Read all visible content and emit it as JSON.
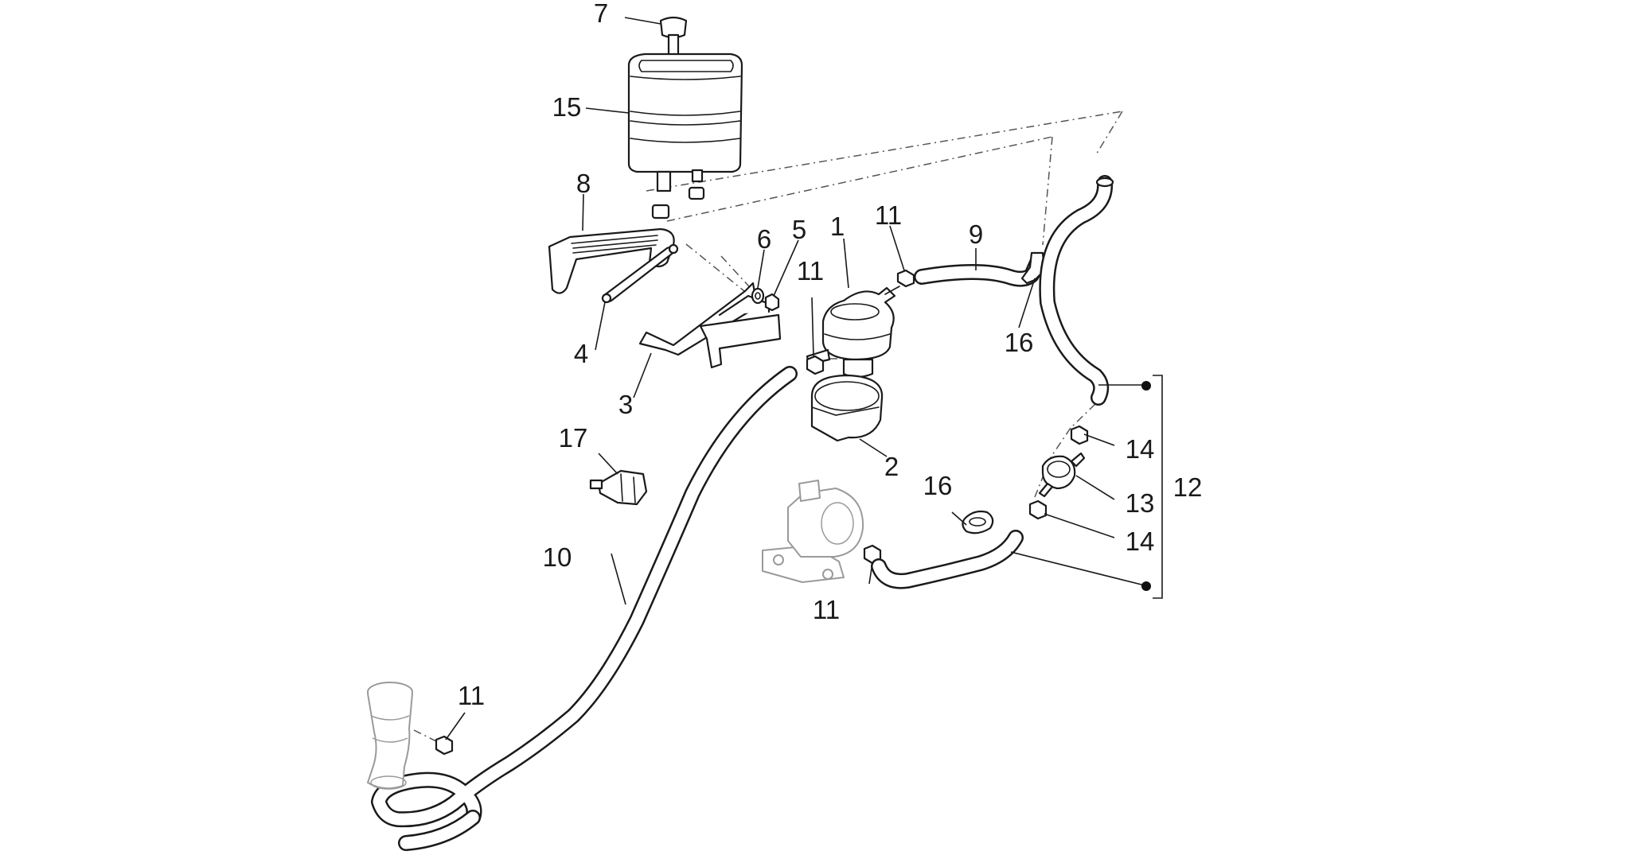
{
  "diagram": {
    "callouts": [
      {
        "id": "c7",
        "label": "7"
      },
      {
        "id": "c15",
        "label": "15"
      },
      {
        "id": "c8",
        "label": "8"
      },
      {
        "id": "c6",
        "label": "6"
      },
      {
        "id": "c5",
        "label": "5"
      },
      {
        "id": "c1",
        "label": "1"
      },
      {
        "id": "c11a",
        "label": "11"
      },
      {
        "id": "c9",
        "label": "9"
      },
      {
        "id": "c11b",
        "label": "11"
      },
      {
        "id": "c16a",
        "label": "16"
      },
      {
        "id": "c4",
        "label": "4"
      },
      {
        "id": "c3",
        "label": "3"
      },
      {
        "id": "c17",
        "label": "17"
      },
      {
        "id": "c2",
        "label": "2"
      },
      {
        "id": "c16b",
        "label": "16"
      },
      {
        "id": "c14a",
        "label": "14"
      },
      {
        "id": "c13",
        "label": "13"
      },
      {
        "id": "c12",
        "label": "12"
      },
      {
        "id": "c14b",
        "label": "14"
      },
      {
        "id": "c10",
        "label": "10"
      },
      {
        "id": "c11c",
        "label": "11"
      },
      {
        "id": "c11d",
        "label": "11"
      }
    ]
  }
}
